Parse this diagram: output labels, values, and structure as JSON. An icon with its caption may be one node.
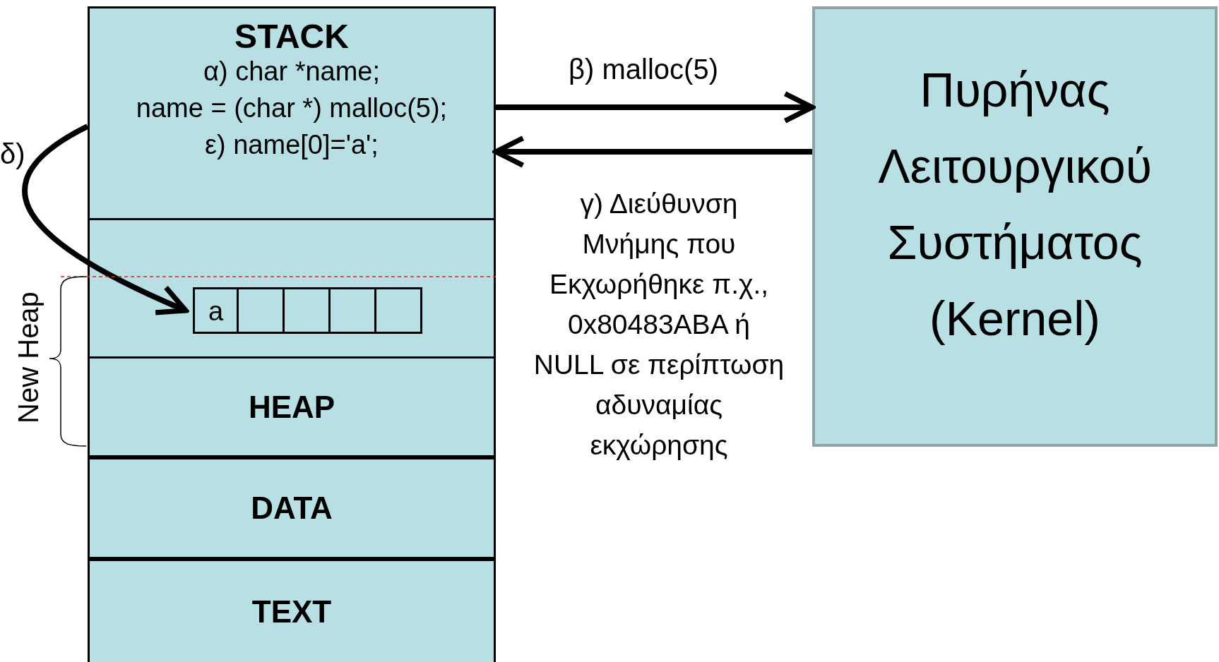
{
  "diagram": {
    "nodes": [
      {
        "text": [
          "STACK",
          "α) char *name;",
          "name = (char *) malloc(5);",
          "ε) name[0]='a';"
        ]
      },
      {
        "text": [],
        "shape": "box"
      },
      {
        "text": [
          "a"
        ],
        "in": 1
      },
      {
        "text": [],
        "shape": "box",
        "in": 1
      },
      {
        "text": [],
        "shape": "box",
        "in": 1
      },
      {
        "text": [],
        "shape": "box",
        "in": 1
      },
      {
        "text": [],
        "shape": "box",
        "in": 1
      },
      {
        "text": [
          "HEAP"
        ]
      },
      {
        "text": [
          "DATA"
        ]
      },
      {
        "text": [
          "TEXT"
        ]
      },
      {
        "text": [
          "Πυρήνας Λειτουργικού Συστήματος (Kernel)"
        ]
      }
    ],
    "edges": [
      {
        "from": 0,
        "to": 10,
        "arrow": "to",
        "label": "β) malloc(5)"
      },
      {
        "from": 10,
        "to": 0,
        "arrow": "to",
        "label": "γ) Διεύθυνση Μνήμης που Εκχωρήθηκε π.χ., 0x80483ABA ή NULL σε περίπτωση αδυναμίας εκχώρησης"
      },
      {
        "from": 0,
        "to": 2,
        "arrow": "to",
        "label": "δ)"
      }
    ],
    "labels": [
      "New Heap"
    ]
  }
}
